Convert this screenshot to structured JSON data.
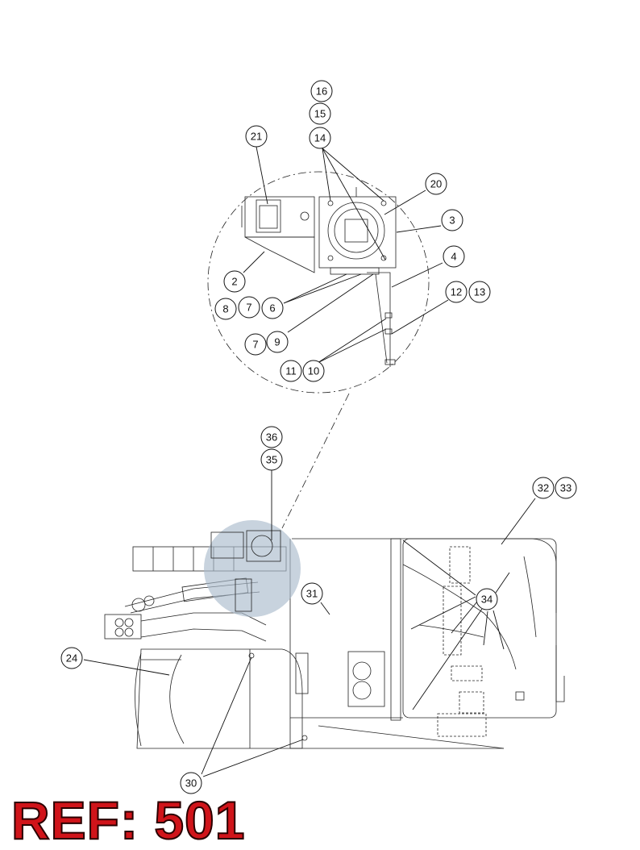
{
  "reference": "REF: 501",
  "colors": {
    "ref_red": "#d0141a",
    "highlight": "#aabbcc",
    "line": "#222222"
  },
  "callouts": [
    {
      "id": "c16",
      "label": "16"
    },
    {
      "id": "c15",
      "label": "15"
    },
    {
      "id": "c14",
      "label": "14"
    },
    {
      "id": "c21",
      "label": "21"
    },
    {
      "id": "c20",
      "label": "20"
    },
    {
      "id": "c3",
      "label": "3"
    },
    {
      "id": "c4",
      "label": "4"
    },
    {
      "id": "c2",
      "label": "2"
    },
    {
      "id": "c12",
      "label": "12"
    },
    {
      "id": "c13",
      "label": "13"
    },
    {
      "id": "c8",
      "label": "8"
    },
    {
      "id": "c7a",
      "label": "7"
    },
    {
      "id": "c6",
      "label": "6"
    },
    {
      "id": "c7b",
      "label": "7"
    },
    {
      "id": "c9",
      "label": "9"
    },
    {
      "id": "c11",
      "label": "11"
    },
    {
      "id": "c10",
      "label": "10"
    },
    {
      "id": "c36",
      "label": "36"
    },
    {
      "id": "c35",
      "label": "35"
    },
    {
      "id": "c32",
      "label": "32"
    },
    {
      "id": "c33",
      "label": "33"
    },
    {
      "id": "c31",
      "label": "31"
    },
    {
      "id": "c34",
      "label": "34"
    },
    {
      "id": "c24",
      "label": "24"
    },
    {
      "id": "c30",
      "label": "30"
    }
  ]
}
